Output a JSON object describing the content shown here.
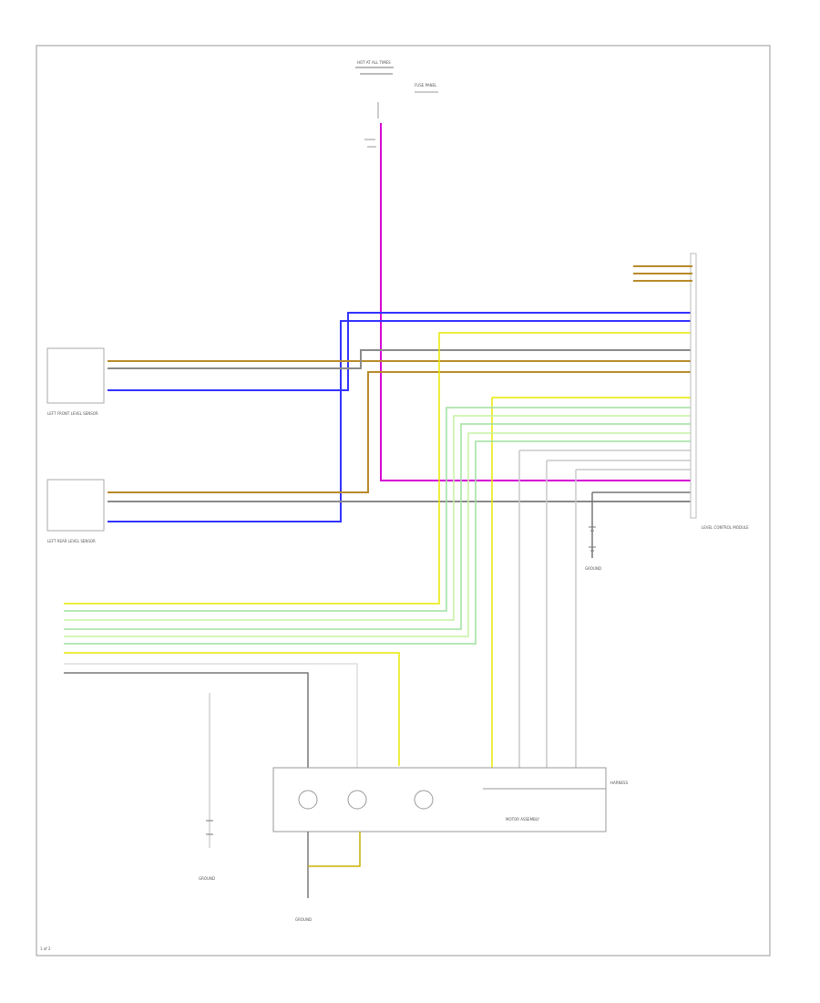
{
  "colors": {
    "violet": "#d400d4",
    "blue": "#3333ff",
    "brown": "#b88a2a",
    "gray": "#8a8a8a",
    "white": "#c8c8c8",
    "yellow": "#e8e800",
    "green": "#9fe09f",
    "light_green": "#c6f2a0",
    "black": "#222222",
    "frame": "#9a9a9a"
  },
  "labels": {
    "header_1": "HOT AT ALL TIMES",
    "header_2": "FUSE PANEL",
    "left_front_sensor": "LEFT FRONT LEVEL SENSOR",
    "left_rear_sensor": "LEFT REAR LEVEL SENSOR",
    "control_module": "LEVEL CONTROL MODULE",
    "ground_right": "GROUND",
    "ground_mid": "GROUND",
    "ground_left": "GROUND",
    "motor_box": "MOTOR ASSEMBLY",
    "harness": "HARNESS",
    "footer": "1 of 2"
  }
}
